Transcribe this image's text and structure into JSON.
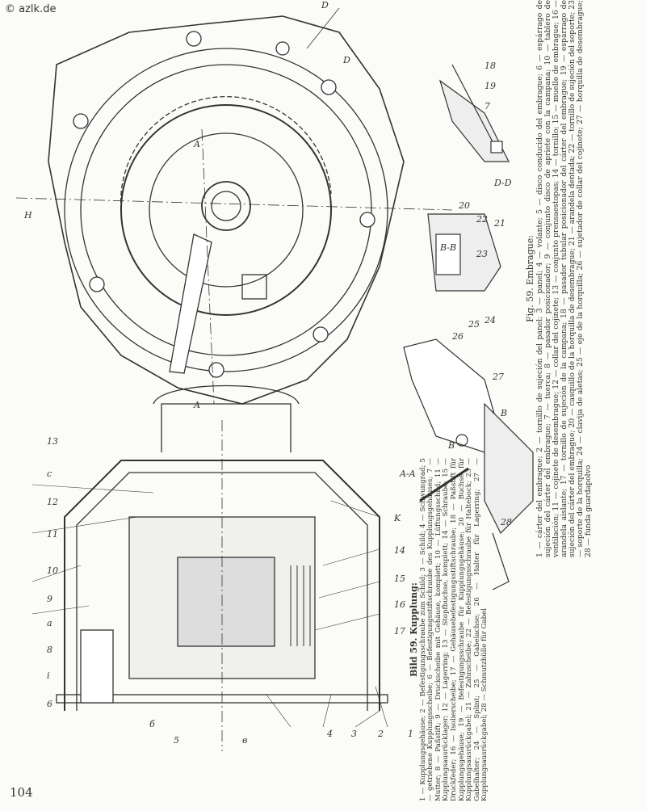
{
  "watermark": "© azlk.de",
  "page_number": "104",
  "caption_es": {
    "title": "Fig. 59. Embrague:",
    "body": "1 — cárter del embrague; 2 — tornillo de sujeción del panel; 3 — panel; 4 — volante; 5 — disco conducido del embrague; 6 — espárrago de sujeción del cárter del embrague; 7 — tuerca; 8 — pasador posicionador; 9 — conjunto disco de apriete con la campana; 10 — tablero de ventilación; 11 — cojinete de desembrague; 12 — collar del cojinete; 13 — conjunto prensaestopas; 14 — tornillo; 15 — muelle de embrague; 16 — arandela aislante; 17 — tornillo de sujeción de la campana; 18 — pasador tubular posicionador del cárter del embrague; 19 — espárrago de sujeción del cárter del embrague; 20 — casquillo de la horquilla de desembrague; 21 — arandela dentada; 22 — tornillo de sujeción del soporte; 23 — soporte de la horquilla; 24 — clavija de aletas; 25 — eje de la horquilla; 26 — sujetador de collar del cojinete; 27 — horquilla de desembrague; 28 — funda guardapolvo"
  },
  "caption_de": {
    "title": "Bild 59. Kupplung:",
    "body": "1 — Kupplungsgehäuse; 2 — Befestigungsschraube zum Schild; 3 — Schild; 4 — Schwungrad; 5 — getriebene Kupplungsscheibe; 6 — Befestigungsstiftschraube des Kupplungsgehäuses; 7 — Mutter; 8 — Paßstift; 9 — Druckscheibe mit Gehäuse, komplett; 10 — Lüftungsschild; 11 — Kupplungsausrücklager; 12 — Lagerring; 13 — Stopfbuchse, komplett; 14 — Schraube; 15 — Druckfeder; 16 — Isolierscheibe; 17 — Gehäusebefestigungsstiftschraube; 18 — Paßstift für Kupplungsgehäuse; 19 — Befestigungsschraube für Kupplungsgehäuse; 20 — Buchse für Kupplungsausrückgabel; 21 — Zahnscheibe; 22 — Befestigungsschraube für Haltebock; 23 — Gabelhalter; 24 — Splint; 25 — Gabelachse; 26 — Halter für Lagerring; 27 — Kupplungsausrückgabel; 28 — Schmutzhülle für Gabel"
  },
  "section_labels": {
    "h": "H",
    "a": "A",
    "a2": "A",
    "d": "D",
    "d2": "D",
    "dd": "D-D",
    "bb": "B-B",
    "aa": "A-A",
    "b": "B",
    "b2": "B"
  },
  "part_labels": {
    "top_right": [
      "18",
      "19",
      "7"
    ],
    "bb_view": [
      "20",
      "22",
      "21",
      "23",
      "26",
      "25",
      "24",
      "27",
      "28"
    ],
    "section_left": [
      "6",
      "i",
      "8",
      "a",
      "9",
      "10",
      "11",
      "12",
      "c",
      "13"
    ],
    "section_bottom": [
      "5",
      "б",
      "в",
      "4",
      "3",
      "2",
      "1"
    ],
    "section_right": [
      "K",
      "14",
      "15",
      "16",
      "17"
    ]
  }
}
